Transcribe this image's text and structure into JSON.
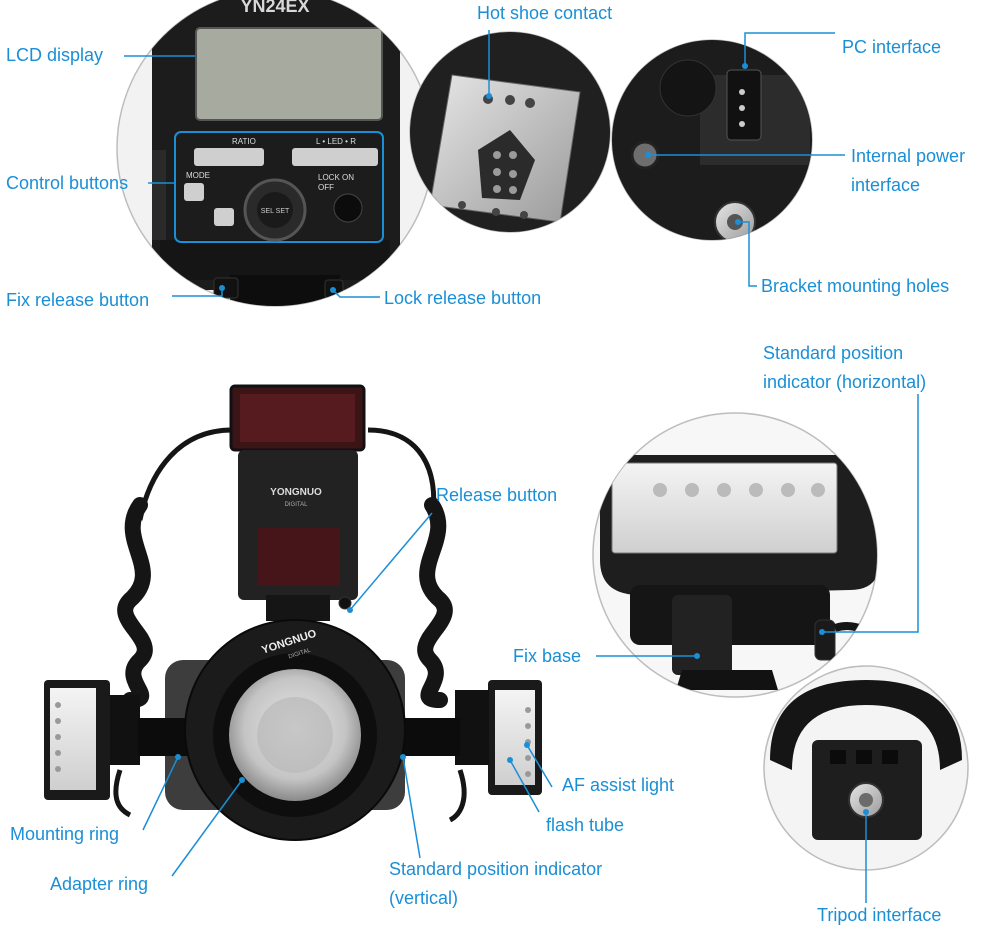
{
  "colors": {
    "accent": "#1a8fd6",
    "device": "#1c1c1c",
    "lcd": "#a7aa9e"
  },
  "labels": {
    "lcd_display": "LCD display",
    "hot_shoe_contact": "Hot shoe contact",
    "pc_interface": "PC interface",
    "control_buttons": "Control buttons",
    "internal_power_1": "Internal power",
    "internal_power_2": "interface",
    "fix_release_button": "Fix release button",
    "lock_release_button": "Lock release button",
    "bracket_mounting_holes": "Bracket mounting holes",
    "std_pos_h_1": "Standard position",
    "std_pos_h_2": "indicator (horizontal)",
    "release_button": "Release button",
    "fix_base": "Fix base",
    "af_assist_light": "AF assist light",
    "flash_tube": "flash tube",
    "mounting_ring": "Mounting ring",
    "adapter_ring": "Adapter ring",
    "std_pos_v_1": "Standard position indicator",
    "std_pos_v_2": "(vertical)",
    "tripod_interface": "Tripod interface"
  },
  "device_text": {
    "model_top": "YN24EX",
    "ratio": "RATIO",
    "l_led_r": "L • LED • R",
    "mode": "MODE",
    "lock_on": "LOCK ON",
    "off": "OFF",
    "sel_set": "SEL SET",
    "brand": "YONGNUO",
    "brand_sub": "DIGITAL"
  }
}
